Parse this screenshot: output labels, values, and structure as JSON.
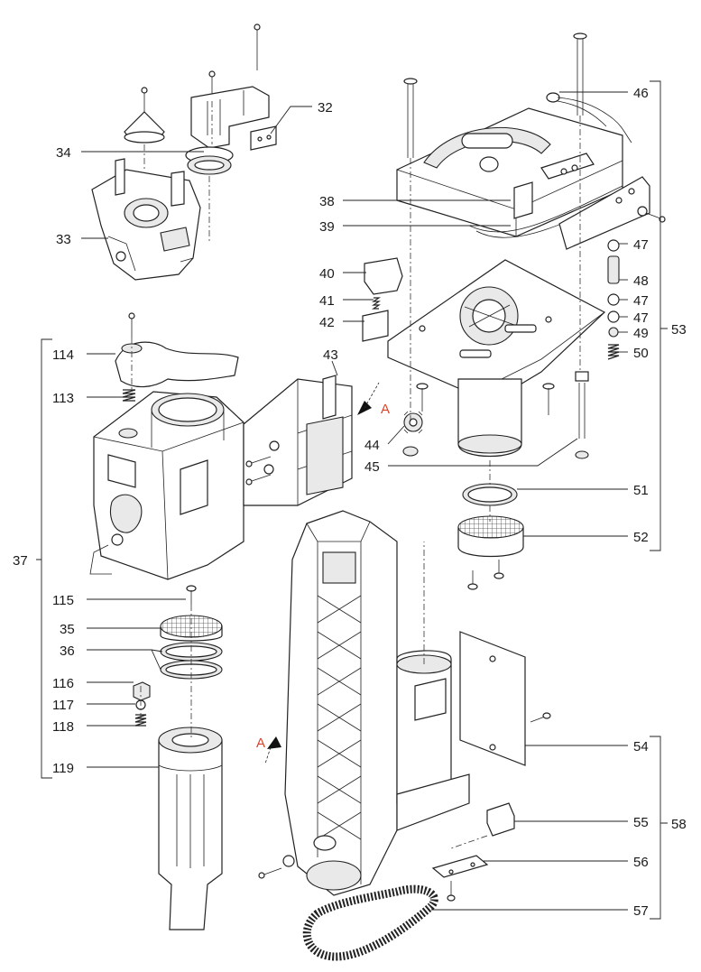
{
  "callouts": [
    {
      "id": "c32",
      "text": "32"
    },
    {
      "id": "c34",
      "text": "34"
    },
    {
      "id": "c33",
      "text": "33"
    },
    {
      "id": "c46",
      "text": "46"
    },
    {
      "id": "c38",
      "text": "38"
    },
    {
      "id": "c39",
      "text": "39"
    },
    {
      "id": "c47a",
      "text": "47"
    },
    {
      "id": "c48",
      "text": "48"
    },
    {
      "id": "c47b",
      "text": "47"
    },
    {
      "id": "c47c",
      "text": "47"
    },
    {
      "id": "c49",
      "text": "49"
    },
    {
      "id": "c50",
      "text": "50"
    },
    {
      "id": "c53",
      "text": "53"
    },
    {
      "id": "c40",
      "text": "40"
    },
    {
      "id": "c41",
      "text": "41"
    },
    {
      "id": "c42",
      "text": "42"
    },
    {
      "id": "c43",
      "text": "43"
    },
    {
      "id": "c44",
      "text": "44"
    },
    {
      "id": "c45",
      "text": "45"
    },
    {
      "id": "c51",
      "text": "51"
    },
    {
      "id": "c52",
      "text": "52"
    },
    {
      "id": "c114",
      "text": "114"
    },
    {
      "id": "c113",
      "text": "113"
    },
    {
      "id": "c37",
      "text": "37"
    },
    {
      "id": "c115",
      "text": "115"
    },
    {
      "id": "c35",
      "text": "35"
    },
    {
      "id": "c36",
      "text": "36"
    },
    {
      "id": "c116",
      "text": "116"
    },
    {
      "id": "c117",
      "text": "117"
    },
    {
      "id": "c118",
      "text": "118"
    },
    {
      "id": "c119",
      "text": "119"
    },
    {
      "id": "c54",
      "text": "54"
    },
    {
      "id": "c55",
      "text": "55"
    },
    {
      "id": "c58",
      "text": "58"
    },
    {
      "id": "c56",
      "text": "56"
    },
    {
      "id": "c57",
      "text": "57"
    }
  ],
  "section_marks": [
    {
      "id": "secA1",
      "text": "A"
    },
    {
      "id": "secA2",
      "text": "A"
    }
  ],
  "colors": {
    "line": "#222222",
    "section_mark": "#d9432b",
    "background": "#ffffff"
  }
}
